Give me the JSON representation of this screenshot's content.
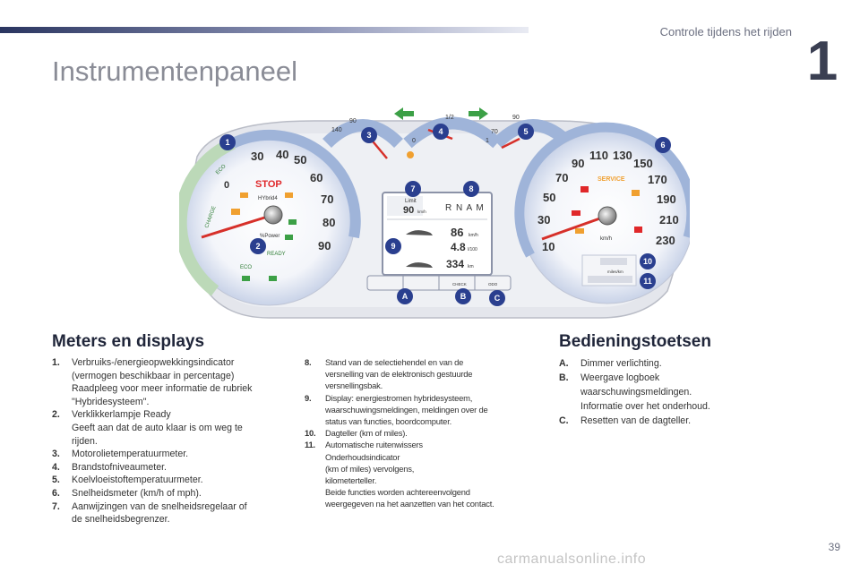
{
  "header": {
    "section": "Controle tijdens het rijden",
    "chapter": "1"
  },
  "page_title": "Instrumentenpaneel",
  "dashboard": {
    "left_dial": {
      "ticks": [
        "0",
        "30",
        "40",
        "50",
        "60",
        "70",
        "80",
        "90"
      ],
      "charge_label": "CHARGE",
      "eco_label": "ECO",
      "stop_label": "STOP",
      "hybrid_label": "HYbrid4",
      "power_label": "%Power",
      "ready_label": "READY",
      "eco_label2": "ECO"
    },
    "temp_gauge": {
      "low": "90",
      "high": "140"
    },
    "fuel_gauge": {
      "empty": "0",
      "half": "1/2",
      "full": "1"
    },
    "coolant_gauge": {
      "low": "70",
      "high": "90"
    },
    "center_display": {
      "limit_label": "Limit",
      "limit_value": "90",
      "limit_unit": "km/h",
      "gear": "R N A M",
      "row1_value": "86",
      "row1_unit": "km/h",
      "row2_value": "4.8",
      "row2_unit": "l/100",
      "row3_value": "334",
      "row3_unit": "km"
    },
    "right_dial": {
      "ticks": [
        "10",
        "30",
        "50",
        "70",
        "90",
        "110",
        "130",
        "150",
        "170",
        "190",
        "210",
        "230"
      ],
      "service_label": "SERVICE",
      "unit": "km/h",
      "odometer_unit": "miles/km"
    },
    "buttons": {
      "check_label": "CHECK",
      "odo_label": "ODO"
    },
    "callouts": [
      "1",
      "2",
      "3",
      "4",
      "5",
      "6",
      "7",
      "8",
      "9",
      "10",
      "11",
      "A",
      "B",
      "C"
    ],
    "colors": {
      "callout": "#2a3f8f",
      "needle": "#d6302a",
      "arrow": "#3ca046",
      "stop": "#e0282a",
      "dial_blue": "#9fb4d9",
      "orange_dot": "#f0a030"
    }
  },
  "meters": {
    "heading": "Meters en displays",
    "items": [
      {
        "num": "1.",
        "text": "Verbruiks-/energieopwekkingsindicator\n(vermogen beschikbaar in percentage)\nRaadpleeg voor meer informatie de rubriek\n\"Hybridesysteem\"."
      },
      {
        "num": "2.",
        "text": "Verklikkerlampje Ready\nGeeft aan dat de auto klaar is om weg te\nrijden."
      },
      {
        "num": "3.",
        "text": "Motorolietemperatuurmeter."
      },
      {
        "num": "4.",
        "text": "Brandstofniveaumeter."
      },
      {
        "num": "5.",
        "text": "Koelvloeistoftemperatuurmeter."
      },
      {
        "num": "6.",
        "text": "Snelheidsmeter (km/h of mph)."
      },
      {
        "num": "7.",
        "text": "Aanwijzingen van de snelheidsregelaar of\nde snelheidsbegrenzer."
      }
    ],
    "items2": [
      {
        "num": "8.",
        "text": "Stand van de selectiehendel en van de\nversnelling van de elektronisch gestuurde\nversnellingsbak."
      },
      {
        "num": "9.",
        "text": "Display: energiestromen hybridesysteem,\nwaarschuwingsmeldingen, meldingen over de\nstatus van functies, boordcomputer."
      },
      {
        "num": "10.",
        "text": "Dagteller (km of miles)."
      },
      {
        "num": "11.",
        "text": "Automatische ruitenwissers\nOnderhoudsindicator\n(km of miles) vervolgens,\nkilometerteller.\nBeide functies worden achtereenvolgend\nweergegeven na het aanzetten van het contact."
      }
    ]
  },
  "controls": {
    "heading": "Bedieningstoetsen",
    "items": [
      {
        "num": "A.",
        "text": "Dimmer verlichting."
      },
      {
        "num": "B.",
        "text": "Weergave logboek\nwaarschuwingsmeldingen.\nInformatie over het onderhoud."
      },
      {
        "num": "C.",
        "text": "Resetten van de dagteller."
      }
    ]
  },
  "page_number": "39",
  "watermark": "carmanualsonline.info"
}
